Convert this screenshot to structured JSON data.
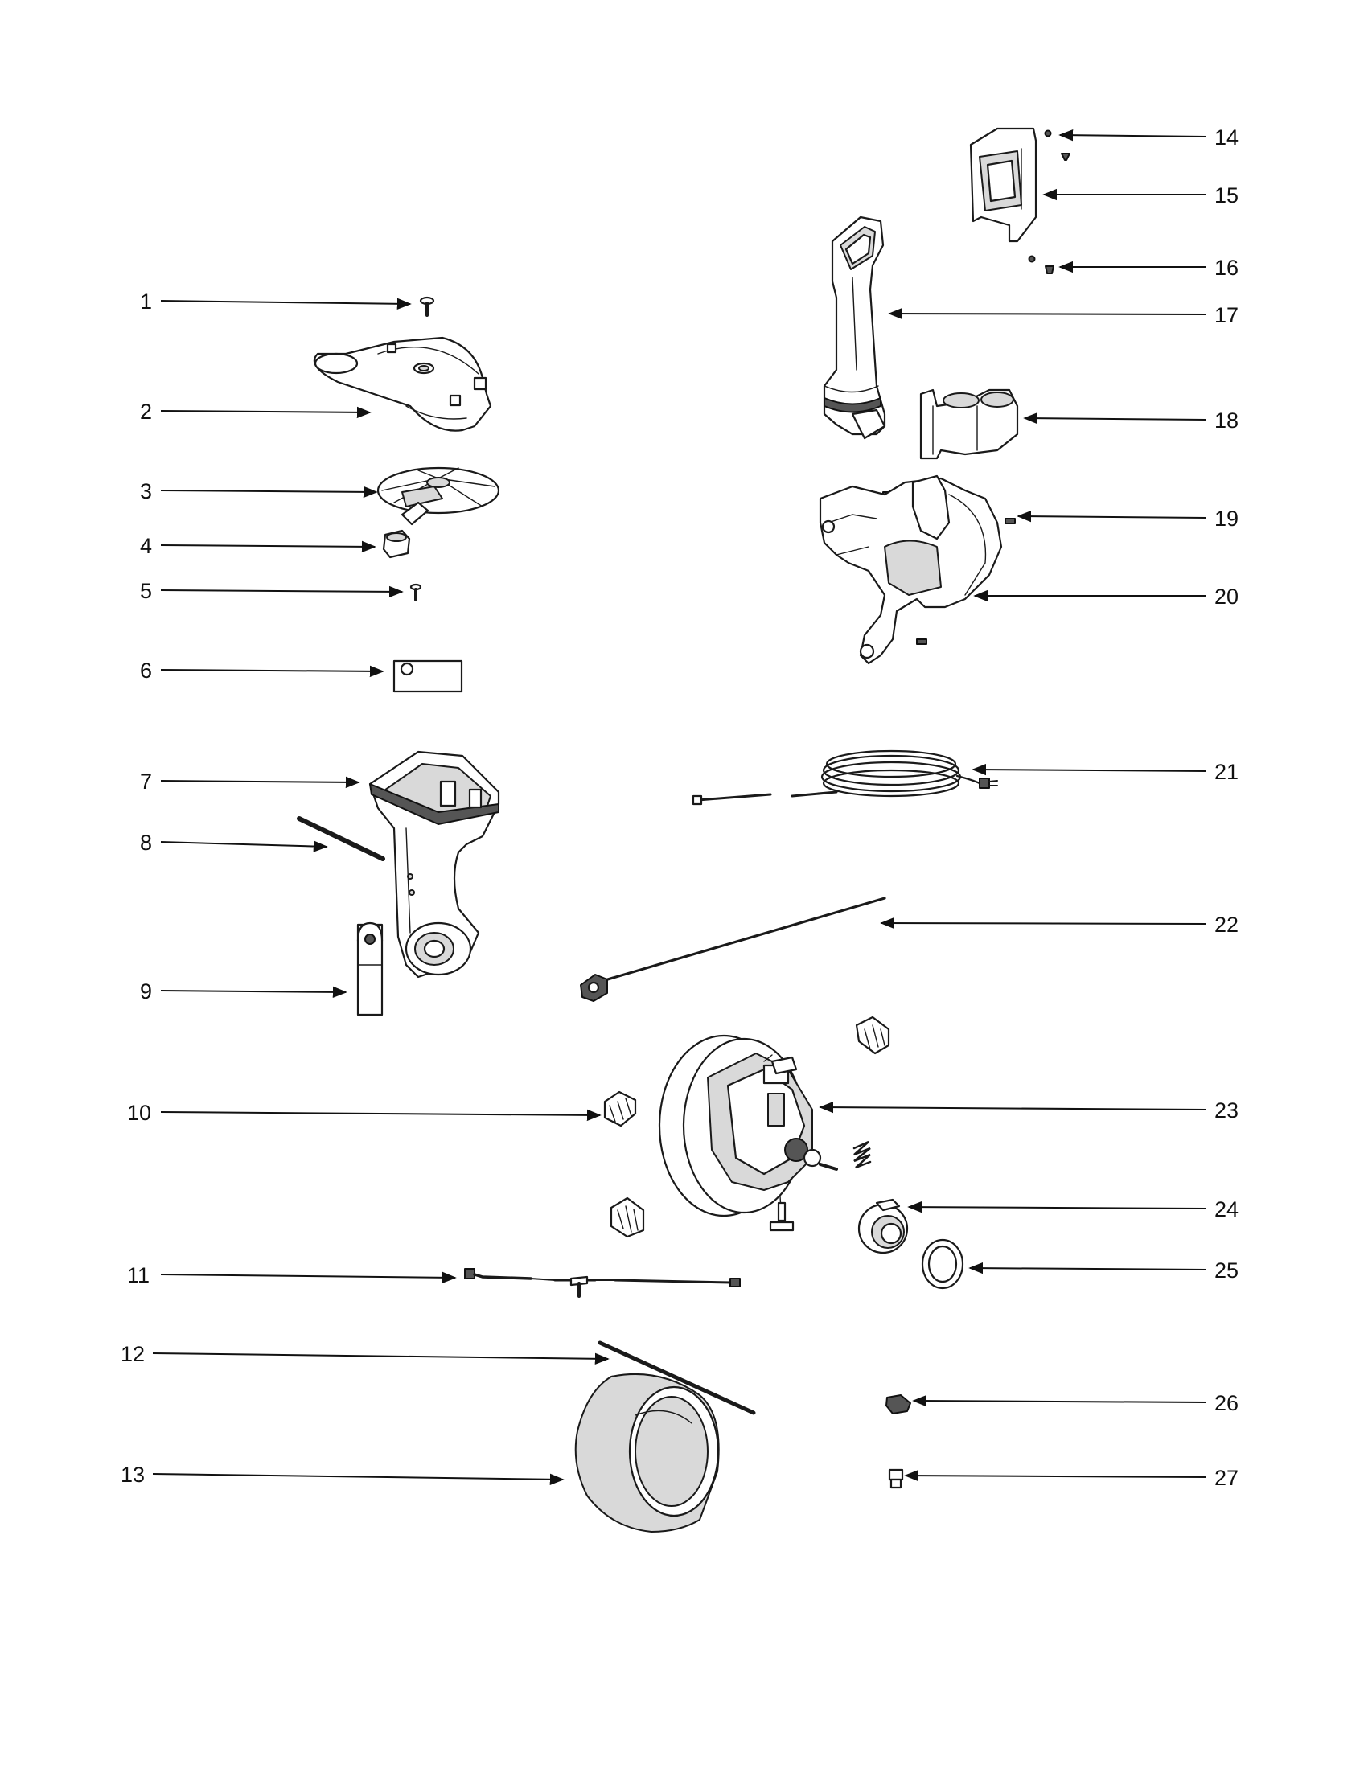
{
  "callouts": [
    {
      "id": 1,
      "label": "1"
    },
    {
      "id": 2,
      "label": "2"
    },
    {
      "id": 3,
      "label": "3"
    },
    {
      "id": 4,
      "label": "4"
    },
    {
      "id": 5,
      "label": "5"
    },
    {
      "id": 6,
      "label": "6"
    },
    {
      "id": 7,
      "label": "7"
    },
    {
      "id": 8,
      "label": "8"
    },
    {
      "id": 9,
      "label": "9"
    },
    {
      "id": 10,
      "label": "10"
    },
    {
      "id": 11,
      "label": "11"
    },
    {
      "id": 12,
      "label": "12"
    },
    {
      "id": 13,
      "label": "13"
    },
    {
      "id": 14,
      "label": "14"
    },
    {
      "id": 15,
      "label": "15"
    },
    {
      "id": 16,
      "label": "16"
    },
    {
      "id": 17,
      "label": "17"
    },
    {
      "id": 18,
      "label": "18"
    },
    {
      "id": 19,
      "label": "19"
    },
    {
      "id": 20,
      "label": "20"
    },
    {
      "id": 21,
      "label": "21"
    },
    {
      "id": 22,
      "label": "22"
    },
    {
      "id": 23,
      "label": "23"
    },
    {
      "id": 24,
      "label": "24"
    },
    {
      "id": 25,
      "label": "25"
    },
    {
      "id": 26,
      "label": "26"
    },
    {
      "id": 27,
      "label": "27"
    }
  ]
}
